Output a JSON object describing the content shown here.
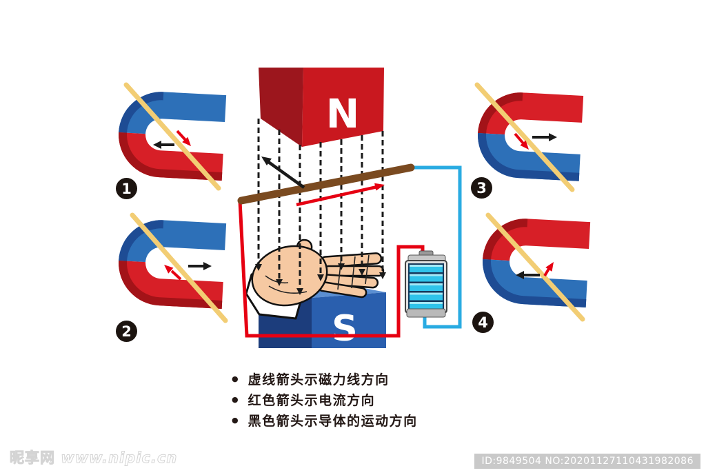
{
  "colors": {
    "magnet_red": "#d71f27",
    "magnet_red_dark": "#a31318",
    "magnet_blue": "#2d70b8",
    "magnet_blue_dark": "#1e4c94",
    "north_red": "#c9181f",
    "north_red_dark": "#9c161d",
    "south_blue": "#2a5fae",
    "south_blue_dark": "#1c3d7c",
    "south_blue_light": "#5b8fd2",
    "wire_red": "#e60012",
    "wire_blue": "#29abe2",
    "rod_brown": "#7a4a20",
    "rod_yellow": "#f2cd74",
    "skin": "#f6c9a2",
    "ink": "#231815",
    "battery_cyan": "#2fc3ea",
    "battery_cyan_light": "#a5e9f7",
    "battery_frame": "#16395c"
  },
  "center": {
    "north_label": "N",
    "south_label": "S"
  },
  "magnets": [
    {
      "number": "1",
      "top": "#2d70b8",
      "top_dark": "#1e4c94",
      "bottom": "#d71f27",
      "bottom_dark": "#a31318"
    },
    {
      "number": "2",
      "top": "#2d70b8",
      "top_dark": "#1e4c94",
      "bottom": "#d71f27",
      "bottom_dark": "#a31318"
    },
    {
      "number": "3",
      "top": "#d71f27",
      "top_dark": "#a31318",
      "bottom": "#2d70b8",
      "bottom_dark": "#1e4c94"
    },
    {
      "number": "4",
      "top": "#d71f27",
      "top_dark": "#a31318",
      "bottom": "#2d70b8",
      "bottom_dark": "#1e4c94"
    }
  ],
  "legend": {
    "items": [
      {
        "bullet": "●",
        "label": "虚线箭头示磁力线方向"
      },
      {
        "bullet": "●",
        "label": "红色箭头示电流方向"
      },
      {
        "bullet": "●",
        "label": "黑色箭头示导体的运动方向"
      }
    ]
  },
  "watermark": {
    "site": "昵享网",
    "url": "www.nipic.cn",
    "badge": "ID:9849504 NO:20201127110431982086"
  }
}
